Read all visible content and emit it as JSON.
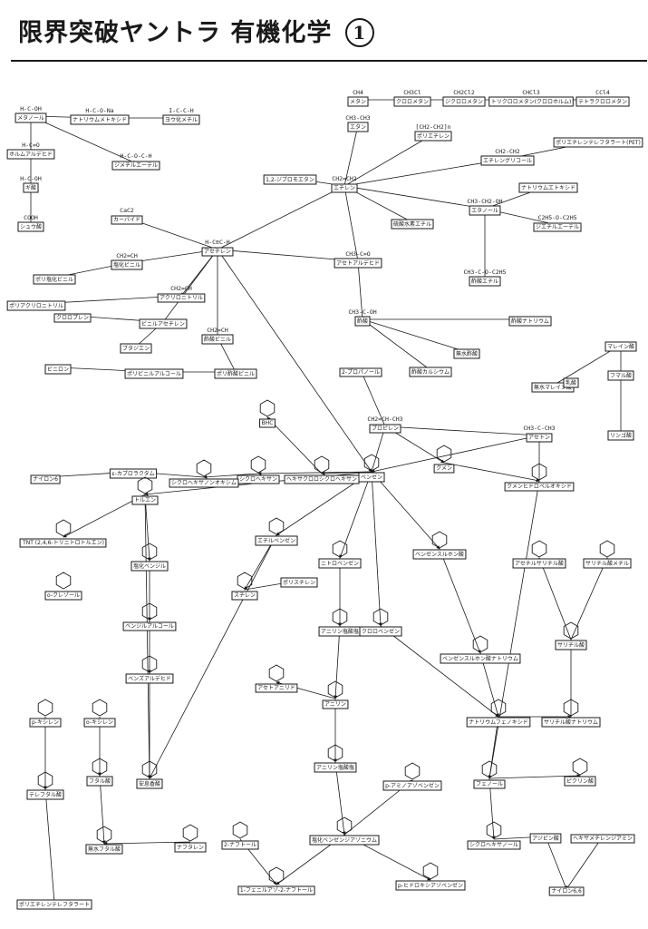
{
  "header": {
    "title": "限界突破ヤントラ 有機化学",
    "number": "1"
  },
  "nodes": [
    {
      "id": "methanol",
      "label": "メタノール",
      "formula": "H-C-OH"
    },
    {
      "id": "formaldehyde",
      "label": "ホルムアルデヒド",
      "formula": "H-C=O"
    },
    {
      "id": "formic",
      "label": "ギ酸",
      "formula": "H-C-OH"
    },
    {
      "id": "oxalic",
      "label": "シュウ酸",
      "formula": "COOH"
    },
    {
      "id": "na_methoxide",
      "label": "ナトリウムメトキシド",
      "formula": "H-C-O-Na"
    },
    {
      "id": "iodomethane",
      "label": "ヨウ化メチル",
      "formula": "I-C-C-H"
    },
    {
      "id": "dimethylether",
      "label": "ジメチルエーテル",
      "formula": "H-C-O-C-H"
    },
    {
      "id": "methane",
      "label": "メタン",
      "formula": "CH4"
    },
    {
      "id": "chloromethane",
      "label": "クロロメタン",
      "formula": "CH3Cl"
    },
    {
      "id": "dichloromethane",
      "label": "ジクロロメタン",
      "formula": "CH2Cl2"
    },
    {
      "id": "chloroform",
      "label": "トリクロロメタン(クロロホルム)",
      "formula": "CHCl3"
    },
    {
      "id": "ccl4",
      "label": "テトラクロロメタン",
      "formula": "CCl4"
    },
    {
      "id": "ethane",
      "label": "エタン",
      "formula": "CH3-CH3"
    },
    {
      "id": "polyethylene",
      "label": "ポリエチレン",
      "formula": "[CH2-CH2]n"
    },
    {
      "id": "ethylene_glycol",
      "label": "エチレングリコール",
      "formula": "CH2-CH2"
    },
    {
      "id": "pet",
      "label": "ポリエチレンテレフタラート(PET)",
      "formula": ""
    },
    {
      "id": "na_ethoxide",
      "label": "ナトリウムエトキシド",
      "formula": ""
    },
    {
      "id": "diethylether",
      "label": "ジエチルエーテル",
      "formula": "C2H5-O-C2H5"
    },
    {
      "id": "ethylene",
      "label": "エチレン",
      "formula": "CH2=CH2"
    },
    {
      "id": "ethanol",
      "label": "エタノール",
      "formula": "CH3-CH2-OH"
    },
    {
      "id": "ethyl_bromide",
      "label": "1,2-ジブロモエタン",
      "formula": ""
    },
    {
      "id": "ethyl_hso4",
      "label": "硫酸水素エチル",
      "formula": ""
    },
    {
      "id": "acetaldehyde",
      "label": "アセトアルデヒド",
      "formula": "CH3-C=O"
    },
    {
      "id": "ethyl_acetate",
      "label": "酢酸エチル",
      "formula": "CH3-C-O-C2H5"
    },
    {
      "id": "acetylene",
      "label": "アセチレン",
      "formula": "H-C≡C-H"
    },
    {
      "id": "vinyl_chloride",
      "label": "塩化ビニル",
      "formula": "CH2=CH"
    },
    {
      "id": "acrylonitrile",
      "label": "アクリロニトリル",
      "formula": "CH2=CH"
    },
    {
      "id": "vinyl_acetate",
      "label": "酢酸ビニル",
      "formula": "CH2=CH"
    },
    {
      "id": "pvc",
      "label": "ポリ塩化ビニル",
      "formula": ""
    },
    {
      "id": "pan",
      "label": "ポリアクリロニトリル",
      "formula": ""
    },
    {
      "id": "vinylacetylene",
      "label": "ビニルアセチレン",
      "formula": ""
    },
    {
      "id": "chloroprene",
      "label": "クロロプレン",
      "formula": ""
    },
    {
      "id": "butadiene",
      "label": "ブタジエン",
      "formula": ""
    },
    {
      "id": "pva",
      "label": "ポリビニルアルコール",
      "formula": ""
    },
    {
      "id": "vinylon",
      "label": "ビニロン",
      "formula": ""
    },
    {
      "id": "pvac",
      "label": "ポリ酢酸ビニル",
      "formula": ""
    },
    {
      "id": "acetic",
      "label": "酢酸",
      "formula": "CH3-C-OH"
    },
    {
      "id": "acetic_anhydride",
      "label": "無水酢酸",
      "formula": ""
    },
    {
      "id": "calcium_acetate",
      "label": "酢酸カルシウム",
      "formula": ""
    },
    {
      "id": "na_acetate",
      "label": "酢酸ナトリウム",
      "formula": ""
    },
    {
      "id": "propanol",
      "label": "2-プロパノール",
      "formula": ""
    },
    {
      "id": "propylene",
      "label": "プロピレン",
      "formula": "CH2=CH-CH3"
    },
    {
      "id": "acetone",
      "label": "アセトン",
      "formula": "CH3-C-CH3"
    },
    {
      "id": "benzene",
      "label": "ベンゼン",
      "formula": ""
    },
    {
      "id": "cumene",
      "label": "クメン",
      "formula": ""
    },
    {
      "id": "cumene_hp",
      "label": "クメンヒドロペルオキシド",
      "formula": ""
    },
    {
      "id": "cyclohexane",
      "label": "シクロヘキサン",
      "formula": ""
    },
    {
      "id": "bhc",
      "label": "BHC",
      "formula": ""
    },
    {
      "id": "hexachloro",
      "label": "ヘキサクロロシクロヘキサン",
      "formula": ""
    },
    {
      "id": "cyclohexanone_oxime",
      "label": "シクロヘキサノンオキシム",
      "formula": ""
    },
    {
      "id": "caprolactam",
      "label": "ε-カプロラクタム",
      "formula": ""
    },
    {
      "id": "nylon6",
      "label": "ナイロン6",
      "formula": ""
    },
    {
      "id": "toluene",
      "label": "トルエン",
      "formula": ""
    },
    {
      "id": "tnt",
      "label": "TNT (2,4,6-トリニトロトルエン)",
      "formula": ""
    },
    {
      "id": "o_cresol",
      "label": "o-クレゾール",
      "formula": ""
    },
    {
      "id": "benzyl_chloride",
      "label": "塩化ベンジル",
      "formula": ""
    },
    {
      "id": "benzyl_alcohol",
      "label": "ベンジルアルコール",
      "formula": ""
    },
    {
      "id": "benzaldehyde",
      "label": "ベンズアルデヒド",
      "formula": ""
    },
    {
      "id": "benzoic",
      "label": "安息香酸",
      "formula": ""
    },
    {
      "id": "ethylbenzene",
      "label": "エチルベンゼン",
      "formula": ""
    },
    {
      "id": "styrene",
      "label": "スチレン",
      "formula": ""
    },
    {
      "id": "polystyrene",
      "label": "ポリスチレン",
      "formula": ""
    },
    {
      "id": "nitrobenzene",
      "label": "ニトロベンゼン",
      "formula": ""
    },
    {
      "id": "anilinium",
      "label": "アニリン塩酸塩",
      "formula": ""
    },
    {
      "id": "aniline",
      "label": "アニリン",
      "formula": ""
    },
    {
      "id": "acetanilide",
      "label": "アセトアニリド",
      "formula": ""
    },
    {
      "id": "aniline_hcl",
      "label": "アニリン塩酸塩",
      "formula": ""
    },
    {
      "id": "chlorobenzene",
      "label": "クロロベンゼン",
      "formula": ""
    },
    {
      "id": "benzenesulfonic",
      "label": "ベンゼンスルホン酸",
      "formula": ""
    },
    {
      "id": "na_benzenesulfonate",
      "label": "ベンゼンスルホン酸ナトリウム",
      "formula": ""
    },
    {
      "id": "na_phenoxide",
      "label": "ナトリウムフェノキシド",
      "formula": ""
    },
    {
      "id": "na_salicylate",
      "label": "サリチル酸ナトリウム",
      "formula": ""
    },
    {
      "id": "salicylic",
      "label": "サリチル酸",
      "formula": ""
    },
    {
      "id": "acetylsalicylic",
      "label": "アセチルサリチル酸",
      "formula": ""
    },
    {
      "id": "methyl_salicylate",
      "label": "サリチル酸メチル",
      "formula": ""
    },
    {
      "id": "phenol",
      "label": "フェノール",
      "formula": ""
    },
    {
      "id": "picric",
      "label": "ピクリン酸",
      "formula": ""
    },
    {
      "id": "cyclohexanol",
      "label": "シクロヘキサノール",
      "formula": ""
    },
    {
      "id": "adipic",
      "label": "アジピン酸",
      "formula": ""
    },
    {
      "id": "hexamethylenediamine",
      "label": "ヘキサメチレンジアミン",
      "formula": ""
    },
    {
      "id": "nylon66",
      "label": "ナイロン6,6",
      "formula": ""
    },
    {
      "id": "p_phenylazophenol",
      "label": "p-ヒドロキシアゾベンゼン",
      "formula": ""
    },
    {
      "id": "diazonium",
      "label": "塩化ベンゼンジアゾニウム",
      "formula": ""
    },
    {
      "id": "azo_naphthol",
      "label": "1-フェニルアゾ-2-ナフトール",
      "formula": ""
    },
    {
      "id": "naphthol",
      "label": "2-ナフトール",
      "formula": ""
    },
    {
      "id": "naphthalene",
      "label": "ナフタレン",
      "formula": ""
    },
    {
      "id": "phthalic_anhydride",
      "label": "無水フタル酸",
      "formula": ""
    },
    {
      "id": "phthalic",
      "label": "フタル酸",
      "formula": ""
    },
    {
      "id": "o_xylene",
      "label": "o-キシレン",
      "formula": ""
    },
    {
      "id": "p_xylene",
      "label": "p-キシレン",
      "formula": ""
    },
    {
      "id": "terephthalic",
      "label": "テレフタル酸",
      "formula": ""
    },
    {
      "id": "pet_bottom",
      "label": "ポリエチレンテレフタラート",
      "formula": ""
    },
    {
      "id": "p_aminoazo",
      "label": "p-アミノアゾベンゼン",
      "formula": ""
    },
    {
      "id": "maleic",
      "label": "マレイン酸",
      "formula": ""
    },
    {
      "id": "fumaric",
      "label": "フマル酸",
      "formula": ""
    },
    {
      "id": "maleic_anhydride",
      "label": "無水マレイン酸",
      "formula": ""
    },
    {
      "id": "malic",
      "label": "リンゴ酸",
      "formula": ""
    },
    {
      "id": "lactic",
      "label": "乳酸",
      "formula": ""
    },
    {
      "id": "calcium_carbide",
      "label": "カーバイド",
      "formula": "CaC2"
    }
  ]
}
